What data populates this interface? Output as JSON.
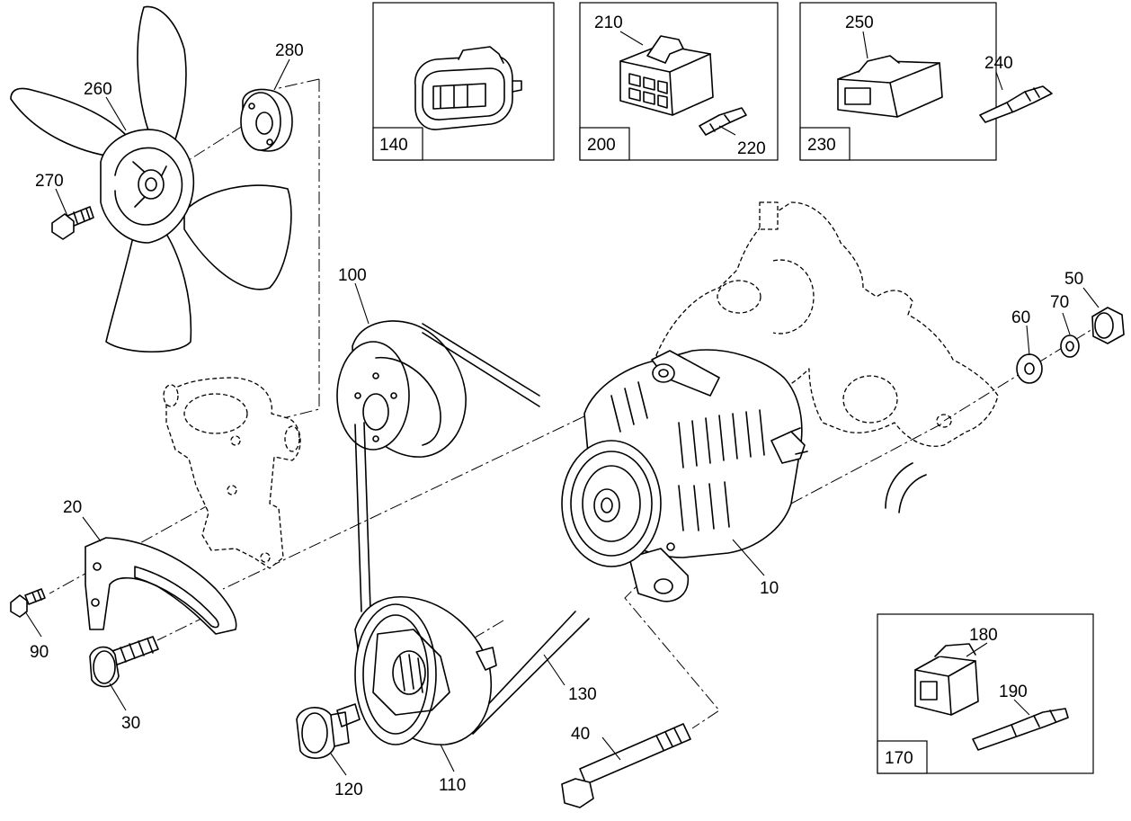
{
  "diagram": {
    "callouts": [
      {
        "id": "10",
        "text": "10"
      },
      {
        "id": "20",
        "text": "20"
      },
      {
        "id": "30",
        "text": "30"
      },
      {
        "id": "40",
        "text": "40"
      },
      {
        "id": "50",
        "text": "50"
      },
      {
        "id": "60",
        "text": "60"
      },
      {
        "id": "70",
        "text": "70"
      },
      {
        "id": "90",
        "text": "90"
      },
      {
        "id": "100",
        "text": "100"
      },
      {
        "id": "110",
        "text": "110"
      },
      {
        "id": "120",
        "text": "120"
      },
      {
        "id": "130",
        "text": "130"
      },
      {
        "id": "180",
        "text": "180"
      },
      {
        "id": "190",
        "text": "190"
      },
      {
        "id": "210",
        "text": "210"
      },
      {
        "id": "220",
        "text": "220"
      },
      {
        "id": "240",
        "text": "240"
      },
      {
        "id": "250",
        "text": "250"
      },
      {
        "id": "260",
        "text": "260"
      },
      {
        "id": "270",
        "text": "270"
      },
      {
        "id": "280",
        "text": "280"
      }
    ],
    "insets": [
      {
        "id": "140",
        "label": "140"
      },
      {
        "id": "200",
        "label": "200"
      },
      {
        "id": "230",
        "label": "230"
      },
      {
        "id": "170",
        "label": "170"
      }
    ]
  }
}
